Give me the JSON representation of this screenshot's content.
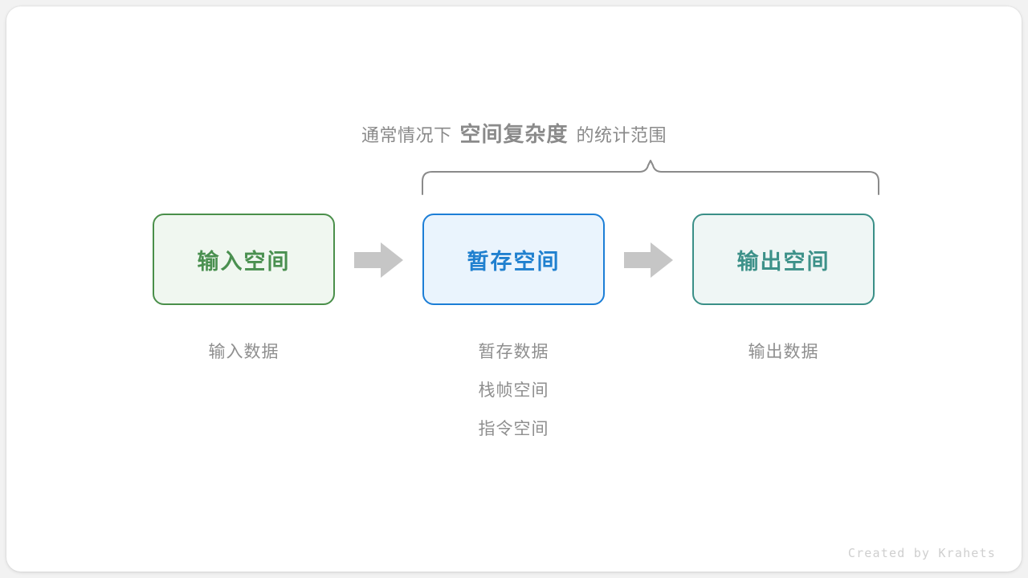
{
  "caption": {
    "prefix": "通常情况下",
    "emphasis": "空间复杂度",
    "suffix": "的统计范围"
  },
  "boxes": [
    {
      "label": "输入空间",
      "border_color": "#4a8f4a",
      "fill_color": "#f0f7f0",
      "text_color": "#4a9050"
    },
    {
      "label": "暂存空间",
      "border_color": "#1c7ed6",
      "fill_color": "#eaf4fd",
      "text_color": "#2080cf"
    },
    {
      "label": "输出空间",
      "border_color": "#3a8f87",
      "fill_color": "#eff6f5",
      "text_color": "#3d9189"
    }
  ],
  "arrows": [
    {
      "name": "arrow-input-to-temp"
    },
    {
      "name": "arrow-temp-to-output"
    }
  ],
  "sublabels": {
    "input": [
      "输入数据"
    ],
    "temp": [
      "暂存数据",
      "栈帧空间",
      "指令空间"
    ],
    "output": [
      "输出数据"
    ]
  },
  "brace": {
    "color": "#8a8a8a",
    "covers": [
      "暂存空间",
      "输出空间"
    ]
  },
  "watermark": "Created by Krahets",
  "colors": {
    "page_background": "#f2f2f2",
    "card_background": "#ffffff",
    "arrow_gray": "#c6c6c6",
    "muted_text": "#8a8a8a",
    "watermark_text": "#cfcfcf"
  }
}
